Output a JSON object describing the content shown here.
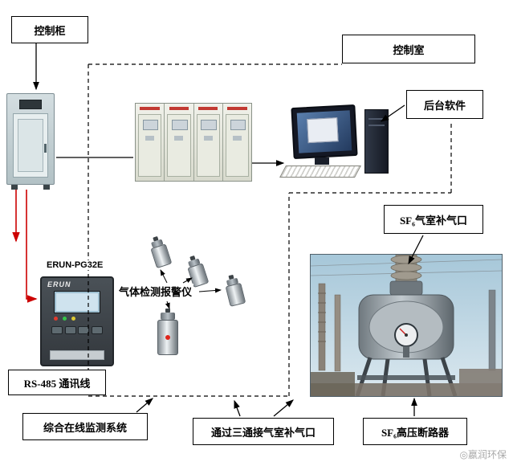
{
  "labels": {
    "control_cabinet": "控制柜",
    "control_room": "控制室",
    "backend_software": "后台软件",
    "sf6_gas_port": "SF₆气室补气口",
    "rs485_line": "RS-485 通讯线",
    "monitoring_system": "综合在线监测系统",
    "tee_port": "通过三通接气室补气口",
    "sf6_breaker": "SF₆高压断路器",
    "device_model": "ERUN-PG32E",
    "device_brand": "ERUN",
    "gas_detector_label": "气体检测报警仪",
    "watermark": "◎嬴润环保"
  },
  "colors": {
    "wire_red": "#cc0000",
    "line_black": "#000000",
    "panel_label_red": "#c23a33"
  }
}
